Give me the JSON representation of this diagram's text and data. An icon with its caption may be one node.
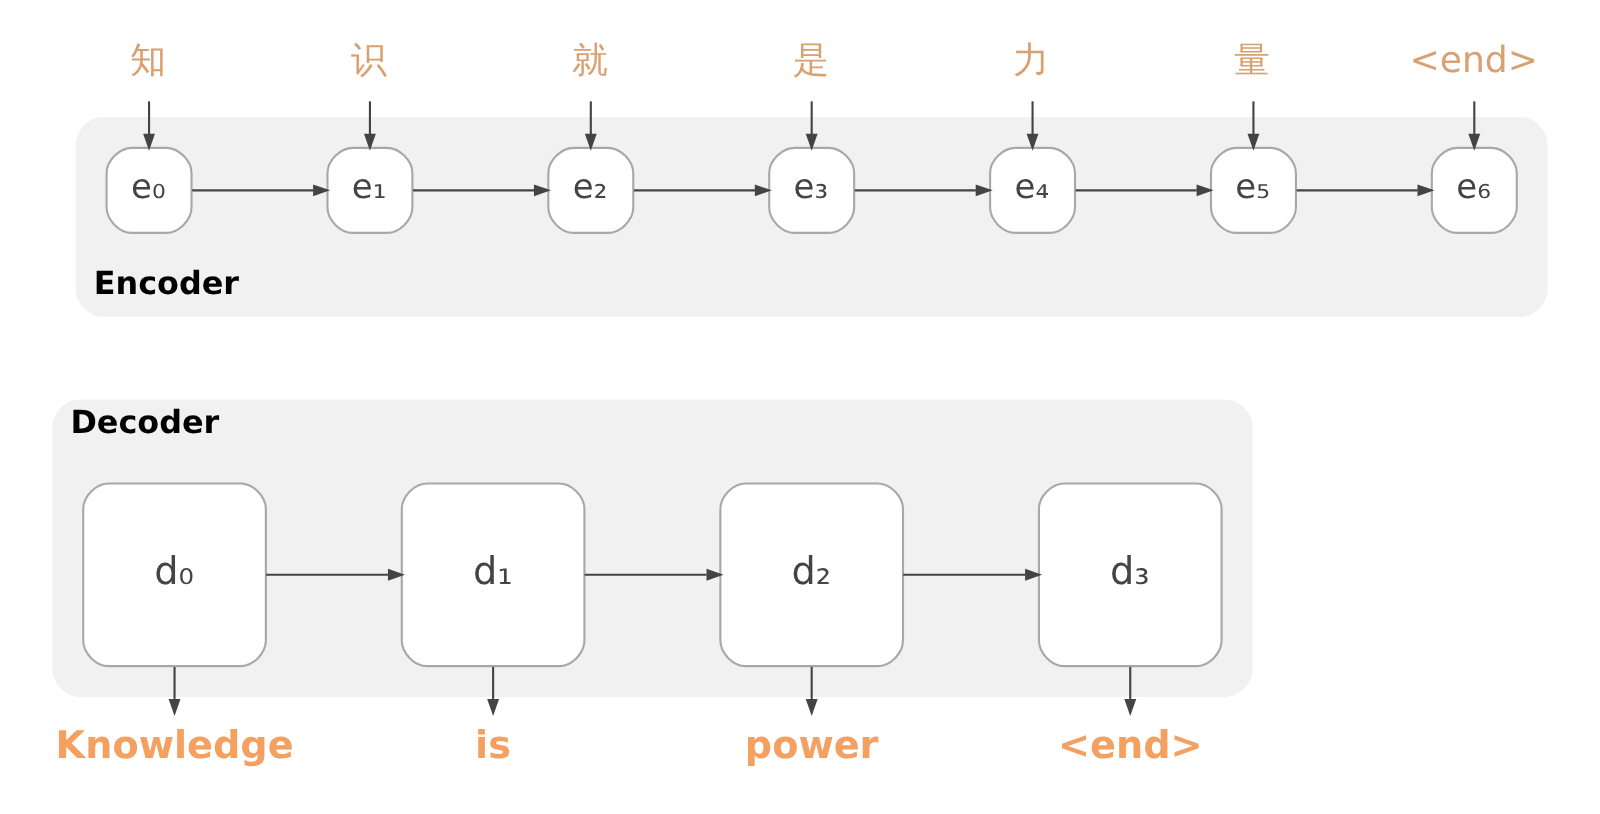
{
  "diagram": {
    "nodes": [
      {
        "text": [
          "知"
        ]
      },
      {
        "text": [
          "识"
        ]
      },
      {
        "text": [
          "就"
        ]
      },
      {
        "text": [
          "是"
        ]
      },
      {
        "text": [
          "力"
        ]
      },
      {
        "text": [
          "量"
        ]
      },
      {
        "text": [
          "<end>"
        ]
      },
      {
        "text": [
          "Encoder"
        ]
      },
      {
        "text": [
          "e₀"
        ],
        "in": 7
      },
      {
        "text": [
          "e₁"
        ],
        "in": 7
      },
      {
        "text": [
          "e₂"
        ],
        "in": 7
      },
      {
        "text": [
          "e₃"
        ],
        "in": 7
      },
      {
        "text": [
          "e₄"
        ],
        "in": 7
      },
      {
        "text": [
          "e₅"
        ],
        "in": 7
      },
      {
        "text": [
          "e₆"
        ],
        "in": 7
      },
      {
        "text": [
          "Decoder"
        ]
      },
      {
        "text": [
          "d₀"
        ],
        "in": 15
      },
      {
        "text": [
          "d₁"
        ],
        "in": 15
      },
      {
        "text": [
          "d₂"
        ],
        "in": 15
      },
      {
        "text": [
          "d₃"
        ],
        "in": 15
      },
      {
        "text": [
          "Knowledge"
        ]
      },
      {
        "text": [
          "is"
        ]
      },
      {
        "text": [
          "power"
        ]
      },
      {
        "text": [
          "<end>"
        ]
      }
    ],
    "edges": [
      {
        "from": 0,
        "to": 8,
        "arrow": "to"
      },
      {
        "from": 1,
        "to": 9,
        "arrow": "to"
      },
      {
        "from": 2,
        "to": 10,
        "arrow": "to"
      },
      {
        "from": 3,
        "to": 11,
        "arrow": "to"
      },
      {
        "from": 4,
        "to": 12,
        "arrow": "to"
      },
      {
        "from": 5,
        "to": 13,
        "arrow": "to"
      },
      {
        "from": 6,
        "to": 14,
        "arrow": "to"
      },
      {
        "from": 8,
        "to": 9,
        "arrow": "to"
      },
      {
        "from": 9,
        "to": 10,
        "arrow": "to"
      },
      {
        "from": 10,
        "to": 11,
        "arrow": "to"
      },
      {
        "from": 11,
        "to": 12,
        "arrow": "to"
      },
      {
        "from": 12,
        "to": 13,
        "arrow": "to"
      },
      {
        "from": 13,
        "to": 14,
        "arrow": "to"
      },
      {
        "from": 16,
        "to": 17,
        "arrow": "to"
      },
      {
        "from": 17,
        "to": 18,
        "arrow": "to"
      },
      {
        "from": 18,
        "to": 19,
        "arrow": "to"
      },
      {
        "from": 16,
        "to": 20,
        "arrow": "to"
      },
      {
        "from": 17,
        "to": 21,
        "arrow": "to"
      },
      {
        "from": 18,
        "to": 22,
        "arrow": "to"
      },
      {
        "from": 19,
        "to": 23,
        "arrow": "to"
      }
    ]
  }
}
